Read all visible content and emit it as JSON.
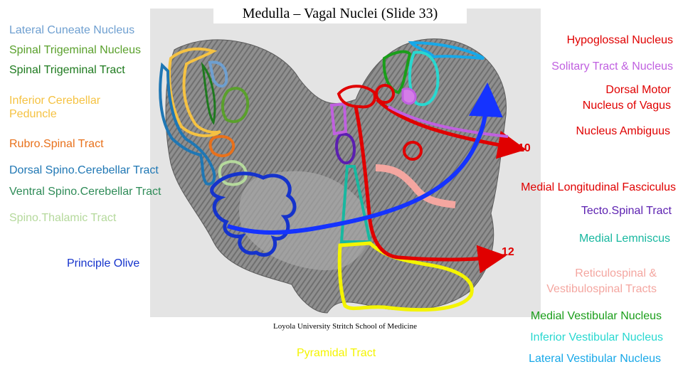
{
  "title": "Medulla – Vagal Nuclei (Slide 33)",
  "credit": "Loyola University Stritch School of Medicine",
  "labels": {
    "lateral_cuneate": "Lateral Cuneate Nucleus",
    "spinal_trigeminal_nucleus": "Spinal Trigeminal Nucleus",
    "spinal_trigeminal_tract": "Spinal Trigeminal Tract",
    "inferior_cerebellar_1": "Inferior Cerebellar",
    "inferior_cerebellar_2": "Peduncle",
    "rubrospinal": "Rubro.Spinal Tract",
    "dorsal_spinocerebellar": "Dorsal Spino.Cerebellar Tract",
    "ventral_spinocerebellar": "Ventral Spino.Cerebellar Tract",
    "spinothalamic": "Spino.Thalamic Tract",
    "principle_olive": "Principle Olive",
    "pyramidal": "Pyramidal Tract",
    "hypoglossal": "Hypoglossal Nucleus",
    "solitary": "Solitary Tract & Nucleus",
    "dorsal_motor_1": "Dorsal Motor",
    "dorsal_motor_2": "Nucleus of Vagus",
    "ambiguus": "Nucleus Ambiguus",
    "nerve_10": "10",
    "mlf": "Medial Longitudinal Fasciculus",
    "tectospinal": "Tecto.Spinal Tract",
    "medial_lemniscus": "Medial Lemniscus",
    "nerve_12": "12",
    "reticulo_1": "Reticulospinal &",
    "reticulo_2": "Vestibulospinal Tracts",
    "medial_vestibular": "Medial Vestibular Nucleus",
    "inferior_vestibular": "Inferior Vestibular Nucleus",
    "lateral_vestibular": "Lateral Vestibular Nucleus"
  },
  "colors": {
    "lateral_cuneate": "#6e9fd0",
    "spinal_trigeminal_nucleus": "#5aa02c",
    "spinal_trigeminal_tract": "#1e7a1e",
    "inferior_cerebellar": "#f5c242",
    "rubrospinal": "#e8711b",
    "dorsal_spinocerebellar": "#1f77b4",
    "ventral_spinocerebellar": "#2e8b57",
    "spinothalamic": "#b5d99c",
    "principle_olive": "#1533cc",
    "pyramidal": "#ffff00",
    "hypoglossal": "#e00000",
    "solitary": "#c060e0",
    "dorsal_motor": "#e00000",
    "ambiguus": "#e00000",
    "mlf": "#f4a6a0",
    "tectospinal": "#5b1fb0",
    "medial_lemniscus": "#18b8a0",
    "reticulo": "#f4a6a0",
    "medial_vestibular": "#1a9e1a",
    "inferior_vestibular": "#28d8d0",
    "lateral_vestibular": "#17a8e8"
  }
}
